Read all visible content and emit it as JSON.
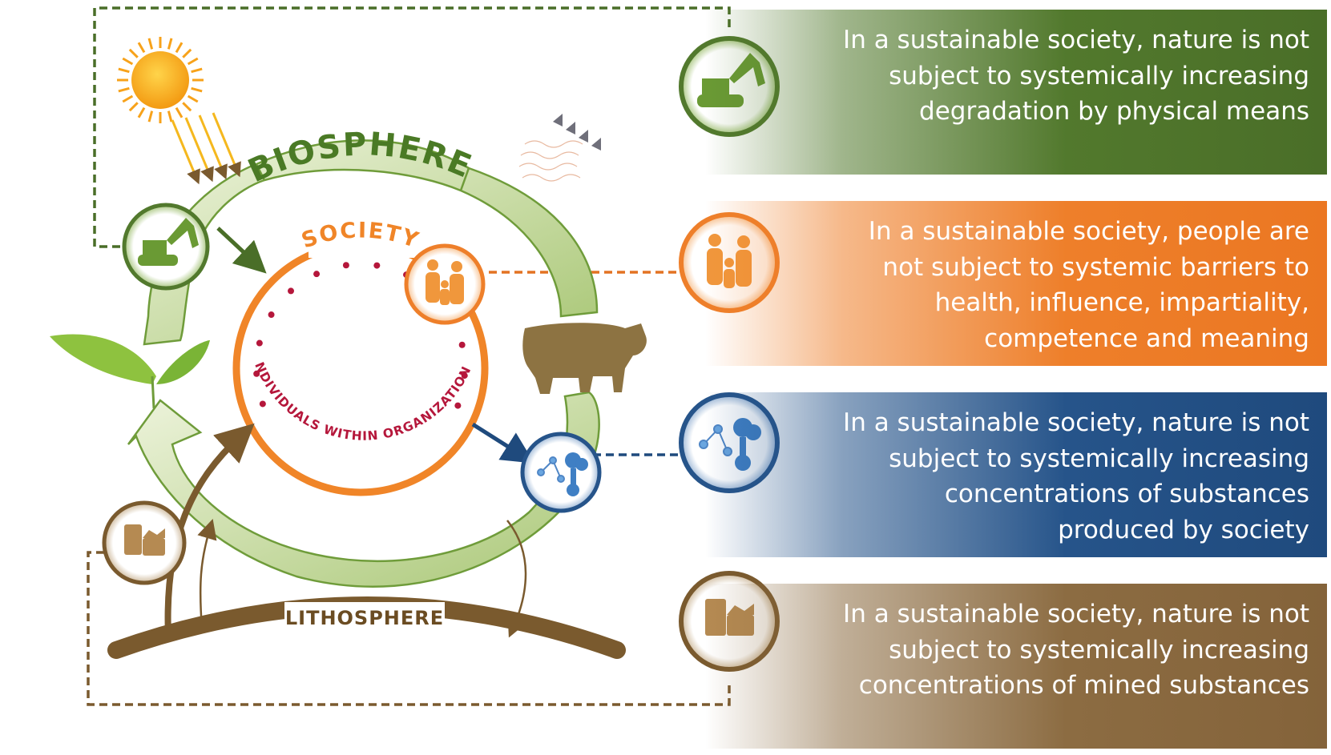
{
  "labels": {
    "biosphere": "BIOSPHERE",
    "society": "SOCIETY",
    "individuals": "INDIVIDUALS WITHIN ORGANIZATIONS",
    "lithosphere": "LITHOSPHERE"
  },
  "panels": [
    {
      "id": "green",
      "icon": "excavator-icon",
      "text": "In a sustainable society, nature is not subject to systemically increasing degradation by physical means"
    },
    {
      "id": "orange",
      "icon": "family-icon",
      "text": "In a sustainable society, people are not subject to systemic barriers to health, influence, impartiality, competence and meaning"
    },
    {
      "id": "blue",
      "icon": "molecule-icon",
      "text": "In a sustainable society, nature is not subject to systemically increasing concentrations of substances produced by society"
    },
    {
      "id": "brown",
      "icon": "barrels-icon",
      "text": "In a sustainable society, nature is not subject to systemically increasing concentrations of mined substances"
    }
  ],
  "colors": {
    "green": "#52792d",
    "orange": "#ee7f2a",
    "blue": "#26548a",
    "brown": "#8c6c42",
    "society_dots": "#b5173b",
    "flow_fill": "#c4d89a"
  }
}
